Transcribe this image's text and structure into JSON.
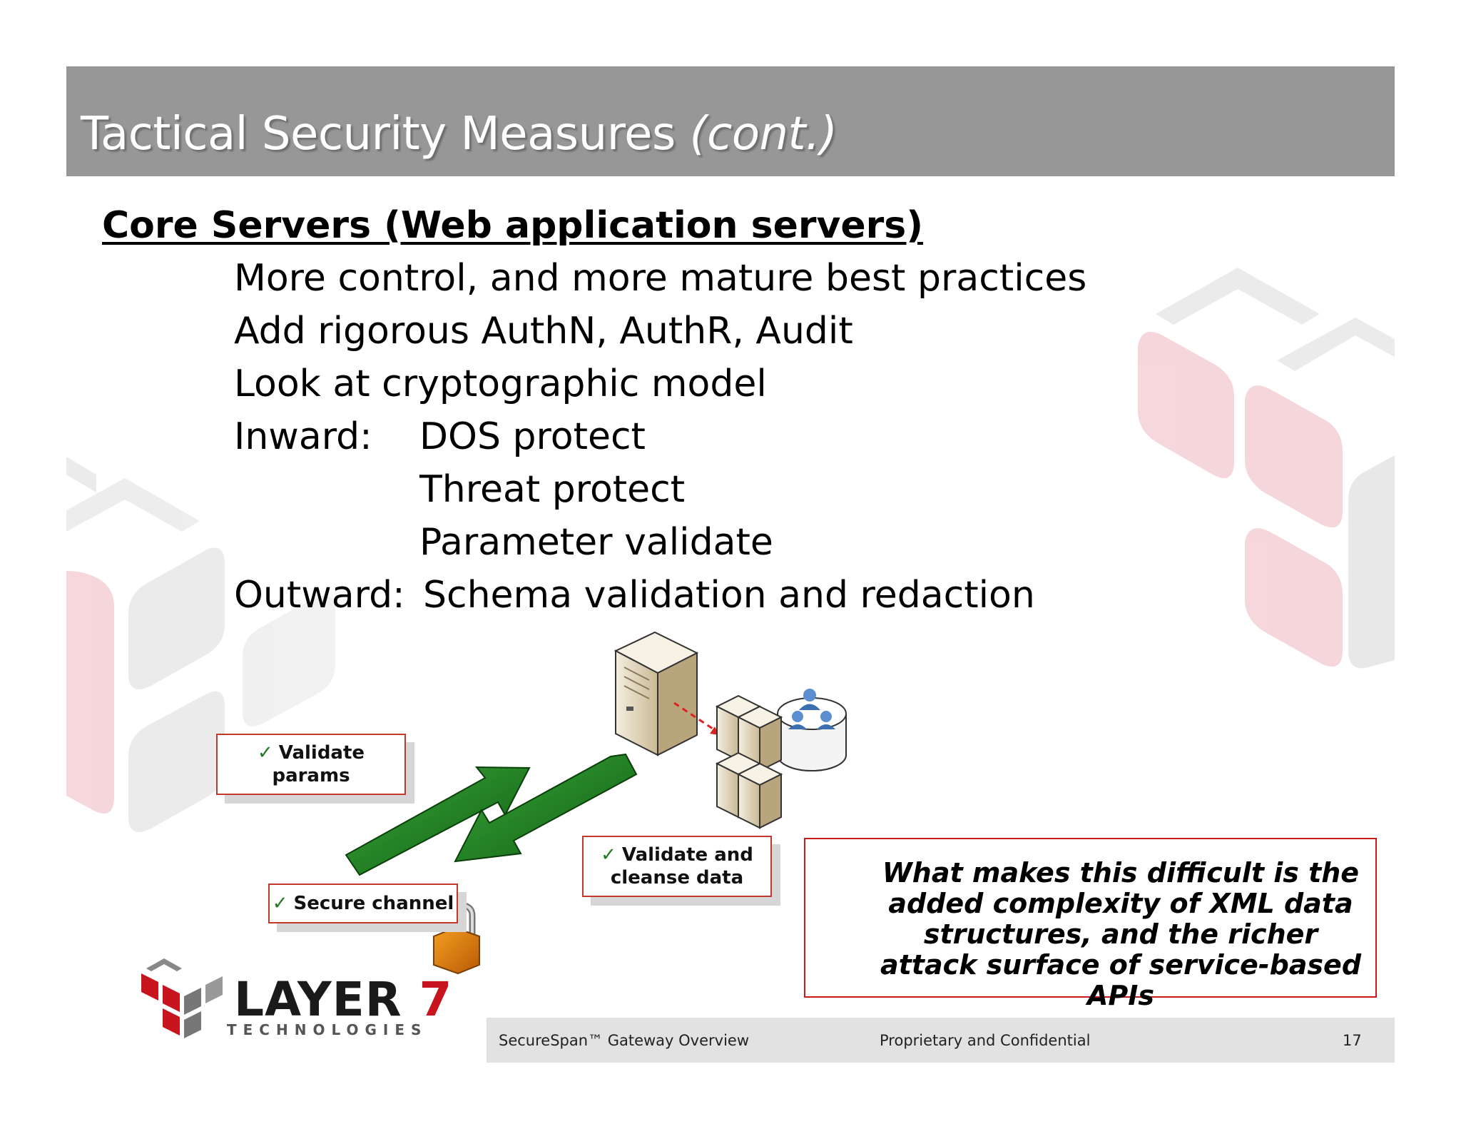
{
  "slide": {
    "title": "Tactical Security Measures",
    "title_suffix": "(cont.)",
    "heading": "Core Servers (Web application servers)",
    "bullets": [
      "More control, and more mature best practices",
      "Add rigorous AuthN, AuthR, Audit",
      "Look at cryptographic model"
    ],
    "inward_label": "Inward:",
    "inward_items": [
      "DOS protect",
      "Threat protect",
      "Parameter validate"
    ],
    "outward_label": "Outward:",
    "outward_item": "Schema validation and redaction"
  },
  "diagram": {
    "check_symbol": "✓",
    "validate_params_line1": "Validate",
    "validate_params_line2": "params",
    "secure_channel": "Secure channel",
    "validate_cleanse_line1": "Validate and",
    "validate_cleanse_line2": "cleanse data",
    "arrow_color": "#1a7a1a",
    "icons": [
      "server-icon",
      "server-cluster-icon",
      "database-users-icon",
      "padlock-icon"
    ]
  },
  "note": {
    "text": "What makes this difficult is the added complexity of XML data structures, and the richer attack surface of service-based APIs",
    "arrow_color": "#8b0f14"
  },
  "logo": {
    "word": "LAYER",
    "number": "7",
    "subtitle": "TECHNOLOGIES",
    "brand_red": "#c8141e"
  },
  "footer": {
    "product": "SecureSpan™ Gateway Overview",
    "confidential": "Proprietary and Confidential",
    "page_number": "17"
  },
  "colors": {
    "title_bar": "#979797",
    "footer_bar": "#e2e2e2",
    "note_border": "#c81a1a"
  }
}
